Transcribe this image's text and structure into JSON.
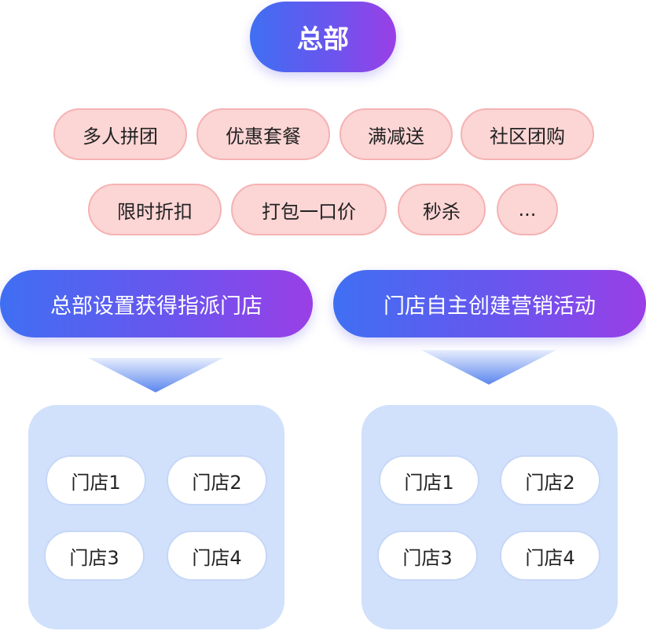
{
  "headquarters": {
    "label": "总部"
  },
  "features": {
    "row1": [
      "多人拼团",
      "优惠套餐",
      "满减送",
      "社区团购"
    ],
    "row2": [
      "限时折扣",
      "打包一口价",
      "秒杀",
      "..."
    ]
  },
  "modes": [
    {
      "label": "总部设置获得指派门店",
      "stores": [
        "门店1",
        "门店2",
        "门店3",
        "门店4"
      ]
    },
    {
      "label": "门店自主创建营销活动",
      "stores": [
        "门店1",
        "门店2",
        "门店3",
        "门店4"
      ]
    }
  ],
  "colors": {
    "gradient_start": "#3f6ff2",
    "gradient_end": "#9a3fe6",
    "feature_fill": "#fcd5d5",
    "feature_border": "#f5b3b3",
    "panel_fill": "#d1e1fb",
    "store_fill": "#ffffff"
  }
}
